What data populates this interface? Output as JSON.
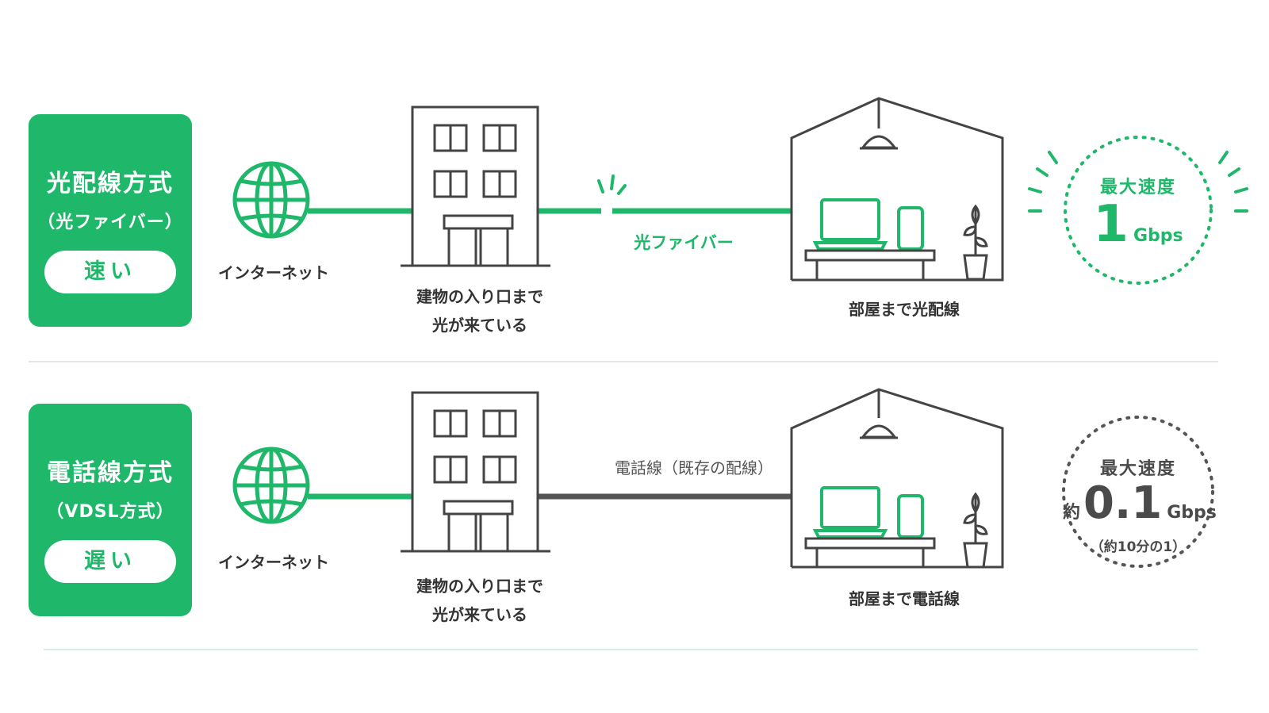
{
  "colors": {
    "accent": "#1fb86a",
    "dark_line": "#555555",
    "outline": "#444444"
  },
  "rows": [
    {
      "method": "光配線方式",
      "sub": "（光ファイバー）",
      "speed_word": "速い",
      "internet": "インターネット",
      "building_line1": "建物の入り口まで",
      "building_line2": "光が来ている",
      "cable_label": "光ファイバー",
      "room_label": "部屋まで光配線",
      "max_label": "最大速度",
      "prefix": "",
      "speed_value": "1",
      "speed_unit": "Gbps",
      "note": ""
    },
    {
      "method": "電話線方式",
      "sub": "（VDSL方式）",
      "speed_word": "遅い",
      "internet": "インターネット",
      "building_line1": "建物の入り口まで",
      "building_line2": "光が来ている",
      "cable_label": "電話線（既存の配線）",
      "room_label": "部屋まで電話線",
      "max_label": "最大速度",
      "prefix": "約",
      "speed_value": "0.1",
      "speed_unit": "Gbps",
      "note": "（約10分の1）"
    }
  ],
  "icons": [
    "globe-icon",
    "building-icon",
    "house-icon",
    "lamp-icon",
    "laptop-icon",
    "smartphone-icon",
    "plant-icon",
    "spark-icon"
  ]
}
